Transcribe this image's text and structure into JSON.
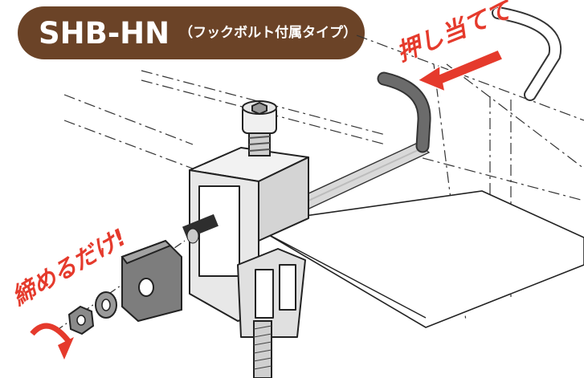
{
  "title": {
    "main": "SHB-HN",
    "sub": "（フックボルト付属タイプ）"
  },
  "callouts": {
    "push": "押し当てて",
    "tighten": "締めるだけ!"
  },
  "colors": {
    "badge": "#6b4327",
    "accent_red": "#e53a2c",
    "rod_gray": "#6b6b6b",
    "metal_light": "#e8e8e8"
  },
  "icons": {
    "push_arrow": "arrow-left-icon",
    "rotate_arrow": "curved-arrow-down-icon"
  }
}
